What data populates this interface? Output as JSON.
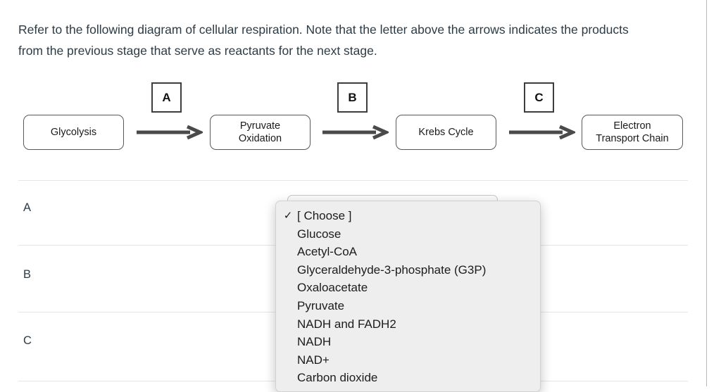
{
  "question": {
    "prompt": "Refer to the following diagram of cellular respiration. Note that the letter above the arrows indicates the products from the previous stage that serve as reactants for the next stage."
  },
  "diagram": {
    "stages": [
      {
        "label": "Glycolysis"
      },
      {
        "label": "Pyruvate\nOxidation"
      },
      {
        "label": "Krebs Cycle"
      },
      {
        "label": "Electron\nTransport Chain"
      }
    ],
    "arrow_letters": [
      {
        "label": "A"
      },
      {
        "label": "B"
      },
      {
        "label": "C"
      }
    ],
    "colors": {
      "box_border": "#58595b",
      "letter_border": "#3d3d3d",
      "arrow": "#4a4a4a"
    }
  },
  "answers": {
    "rows": [
      {
        "label": "A"
      },
      {
        "label": "B"
      },
      {
        "label": "C"
      }
    ]
  },
  "select_a": {
    "value": "[ Choose ]",
    "expanded": true
  },
  "dropdown": {
    "selected": "[ Choose ]",
    "check_glyph": "✓",
    "options": [
      {
        "label": "[ Choose ]",
        "selected": true
      },
      {
        "label": "Glucose",
        "selected": false
      },
      {
        "label": "Acetyl-CoA",
        "selected": false
      },
      {
        "label": "Glyceraldehyde-3-phosphate (G3P)",
        "selected": false
      },
      {
        "label": "Oxaloacetate",
        "selected": false
      },
      {
        "label": "Pyruvate",
        "selected": false
      },
      {
        "label": "NADH and FADH2",
        "selected": false
      },
      {
        "label": "NADH",
        "selected": false
      },
      {
        "label": "NAD+",
        "selected": false
      },
      {
        "label": "Carbon dioxide",
        "selected": false
      }
    ]
  }
}
